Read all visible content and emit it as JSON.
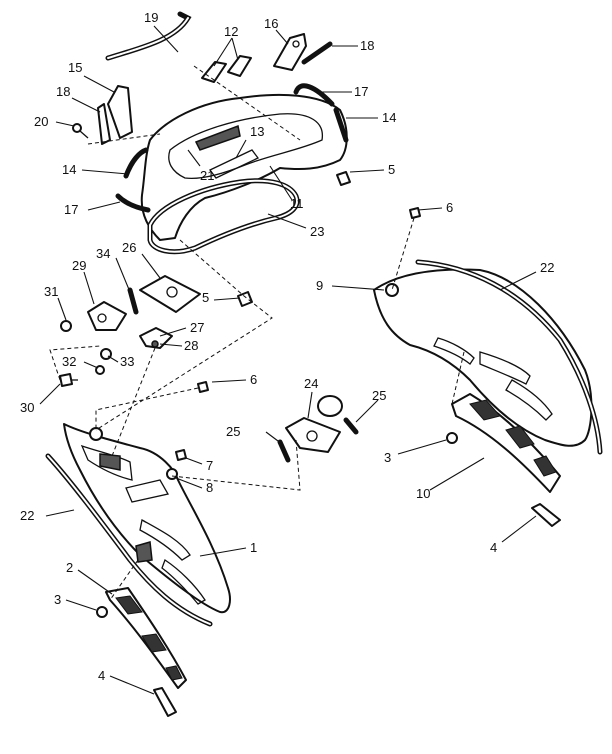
{
  "callouts": [
    {
      "id": "c1",
      "label": "1"
    },
    {
      "id": "c2",
      "label": "2"
    },
    {
      "id": "c3a",
      "label": "3"
    },
    {
      "id": "c3b",
      "label": "3"
    },
    {
      "id": "c4a",
      "label": "4"
    },
    {
      "id": "c4b",
      "label": "4"
    },
    {
      "id": "c5a",
      "label": "5"
    },
    {
      "id": "c5b",
      "label": "5"
    },
    {
      "id": "c6a",
      "label": "6"
    },
    {
      "id": "c6b",
      "label": "6"
    },
    {
      "id": "c7",
      "label": "7"
    },
    {
      "id": "c8",
      "label": "8"
    },
    {
      "id": "c9",
      "label": "9"
    },
    {
      "id": "c10",
      "label": "10"
    },
    {
      "id": "c11",
      "label": "11"
    },
    {
      "id": "c12",
      "label": "12"
    },
    {
      "id": "c13",
      "label": "13"
    },
    {
      "id": "c14a",
      "label": "14"
    },
    {
      "id": "c14b",
      "label": "14"
    },
    {
      "id": "c15",
      "label": "15"
    },
    {
      "id": "c16",
      "label": "16"
    },
    {
      "id": "c17a",
      "label": "17"
    },
    {
      "id": "c17b",
      "label": "17"
    },
    {
      "id": "c18a",
      "label": "18"
    },
    {
      "id": "c18b",
      "label": "18"
    },
    {
      "id": "c19",
      "label": "19"
    },
    {
      "id": "c20",
      "label": "20"
    },
    {
      "id": "c21",
      "label": "21"
    },
    {
      "id": "c22a",
      "label": "22"
    },
    {
      "id": "c22b",
      "label": "22"
    },
    {
      "id": "c23",
      "label": "23"
    },
    {
      "id": "c24",
      "label": "24"
    },
    {
      "id": "c25a",
      "label": "25"
    },
    {
      "id": "c25b",
      "label": "25"
    },
    {
      "id": "c26",
      "label": "26"
    },
    {
      "id": "c27",
      "label": "27"
    },
    {
      "id": "c28",
      "label": "28"
    },
    {
      "id": "c29",
      "label": "29"
    },
    {
      "id": "c30",
      "label": "30"
    },
    {
      "id": "c31",
      "label": "31"
    },
    {
      "id": "c32",
      "label": "32"
    },
    {
      "id": "c33",
      "label": "33"
    },
    {
      "id": "c34",
      "label": "34"
    }
  ]
}
